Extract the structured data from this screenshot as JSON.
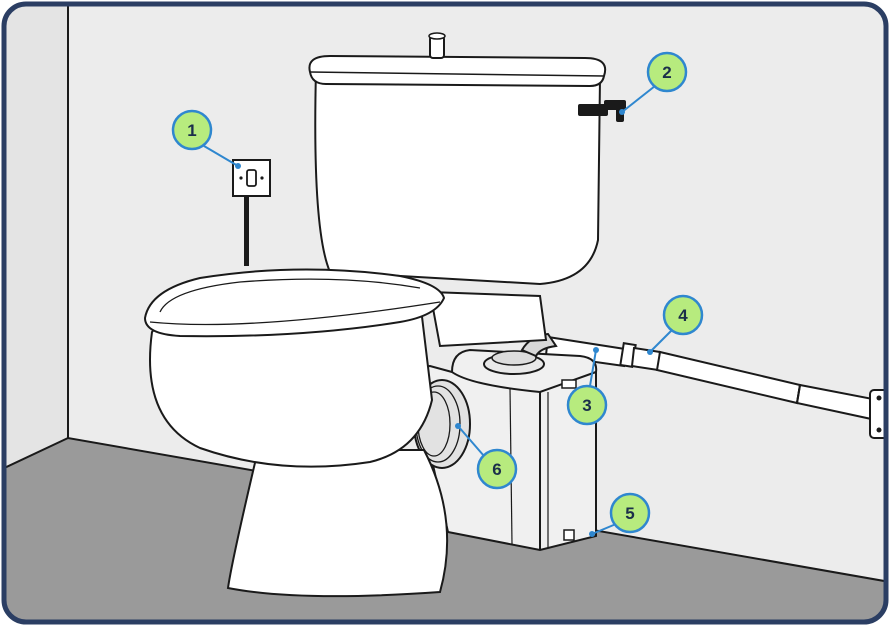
{
  "colors": {
    "frame_border": "#2b3e63",
    "wall": "#ececec",
    "floor": "#9a9a9a",
    "callout_fill": "#b7eb7e",
    "callout_stroke": "#2f87cf",
    "leader_line": "#2f87cf",
    "outline": "#1a1a1a",
    "porcelain": "#ffffff",
    "pump_body": "#f0f0f0"
  },
  "icons": {
    "socket": "electrical-socket-icon",
    "tap": "water-inlet-tap-icon",
    "toilet": "toilet-icon",
    "pump": "macerator-pump-icon",
    "pipe": "discharge-pipe-icon"
  },
  "callouts": [
    {
      "label": "1"
    },
    {
      "label": "2"
    },
    {
      "label": "3"
    },
    {
      "label": "4"
    },
    {
      "label": "5"
    },
    {
      "label": "6"
    }
  ]
}
